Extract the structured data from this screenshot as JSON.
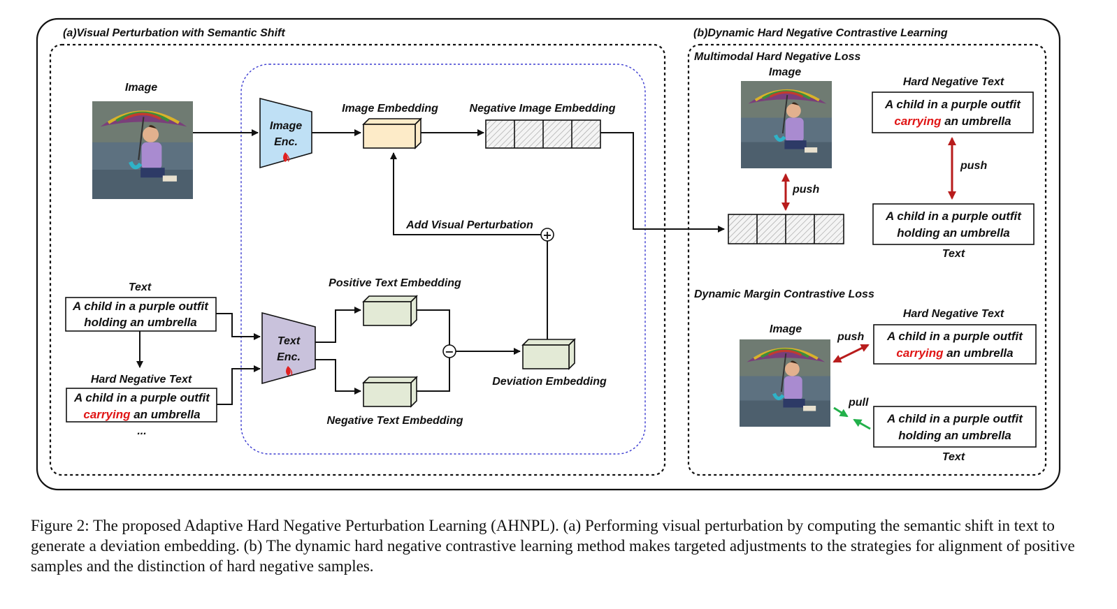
{
  "section_a": {
    "title": "(a)Visual Perturbation with Semantic Shift",
    "image_label": "Image",
    "image_encoder": [
      "Image",
      "Enc."
    ],
    "text_encoder": [
      "Text",
      "Enc."
    ],
    "image_embedding": "Image Embedding",
    "negative_image_embedding": "Negative Image Embedding",
    "add_visual_perturbation": "Add Visual Perturbation",
    "positive_text_embedding": "Positive Text Embedding",
    "negative_text_embedding": "Negative Text Embedding",
    "deviation_embedding": "Deviation Embedding",
    "text_label": "Text",
    "text_box": [
      "A child in a purple outfit",
      "holding an umbrella"
    ],
    "hard_negative_label": "Hard Negative Text",
    "hard_negative_box": {
      "line1": "A child in a purple outfit",
      "red_word": "carrying",
      "rest": " an umbrella"
    },
    "ellipsis": "...",
    "plus_symbol": "+",
    "minus_symbol": "−"
  },
  "section_b": {
    "title": "(b)Dynamic Hard Negative Contrastive Learning",
    "mhnl_title": "Multimodal Hard Negative Loss",
    "mhnl_image_label": "Image",
    "mhnl_push_vertical": "push",
    "mhnl_hard_negative_label": "Hard Negative Text",
    "mhnl_hard_negative_box": {
      "line1": "A child in a purple outfit",
      "red_word": "carrying",
      "rest": " an umbrella"
    },
    "mhnl_push_text": "push",
    "mhnl_text_box": [
      "A child in a purple outfit",
      "holding an umbrella"
    ],
    "mhnl_text_label": "Text",
    "dmcl_title": "Dynamic Margin Contrastive Loss",
    "dmcl_image_label": "Image",
    "dmcl_hard_negative_label": "Hard Negative Text",
    "dmcl_hard_negative_box": {
      "line1": "A child in a purple outfit",
      "red_word": "carrying",
      "rest": " an umbrella"
    },
    "dmcl_push": "push",
    "dmcl_pull": "pull",
    "dmcl_text_box": [
      "A child in a purple outfit",
      "holding an umbrella"
    ],
    "dmcl_text_label": "Text"
  },
  "colors": {
    "image_encoder_fill": "#bfe0f5",
    "text_encoder_fill": "#c9c2dc",
    "image_embedding_fill": "#fdebc8",
    "text_embedding_fill": "#e3ead6",
    "push_arrow": "#b81c1c",
    "pull_arrow": "#22b04a",
    "highlight_word": "#e01515",
    "inner_dashed_border": "#3b3bd0"
  },
  "caption": "Figure 2: The proposed Adaptive Hard Negative Perturbation Learning (AHNPL). (a) Performing visual perturbation by computing the semantic shift in text to generate a deviation embedding. (b) The dynamic hard negative contrastive learning method makes targeted adjustments to the strategies for alignment of positive samples and the distinction of hard negative samples."
}
